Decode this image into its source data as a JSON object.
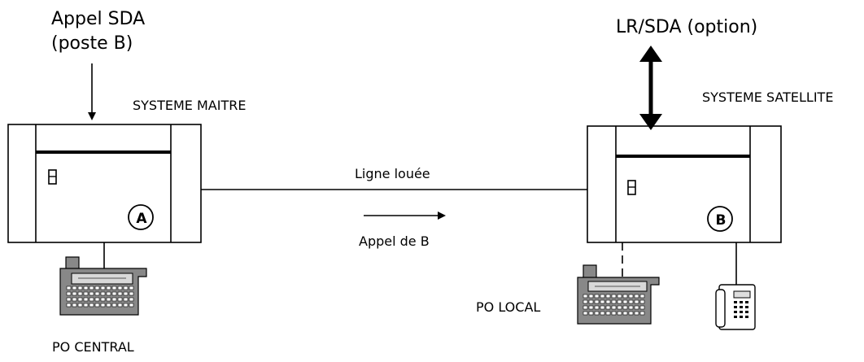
{
  "labels": {
    "incoming_call_line1": "Appel SDA",
    "incoming_call_line2": "(poste B)",
    "master_system": "SYSTEME MAITRE",
    "lr_sda_option": "LR/SDA (option)",
    "satellite_system": "SYSTEME SATELLITE",
    "leased_line": "Ligne louée",
    "call_from_b": "Appel de B",
    "po_central": "PO CENTRAL",
    "po_local": "PO LOCAL",
    "node_a": "A",
    "node_b": "B"
  }
}
